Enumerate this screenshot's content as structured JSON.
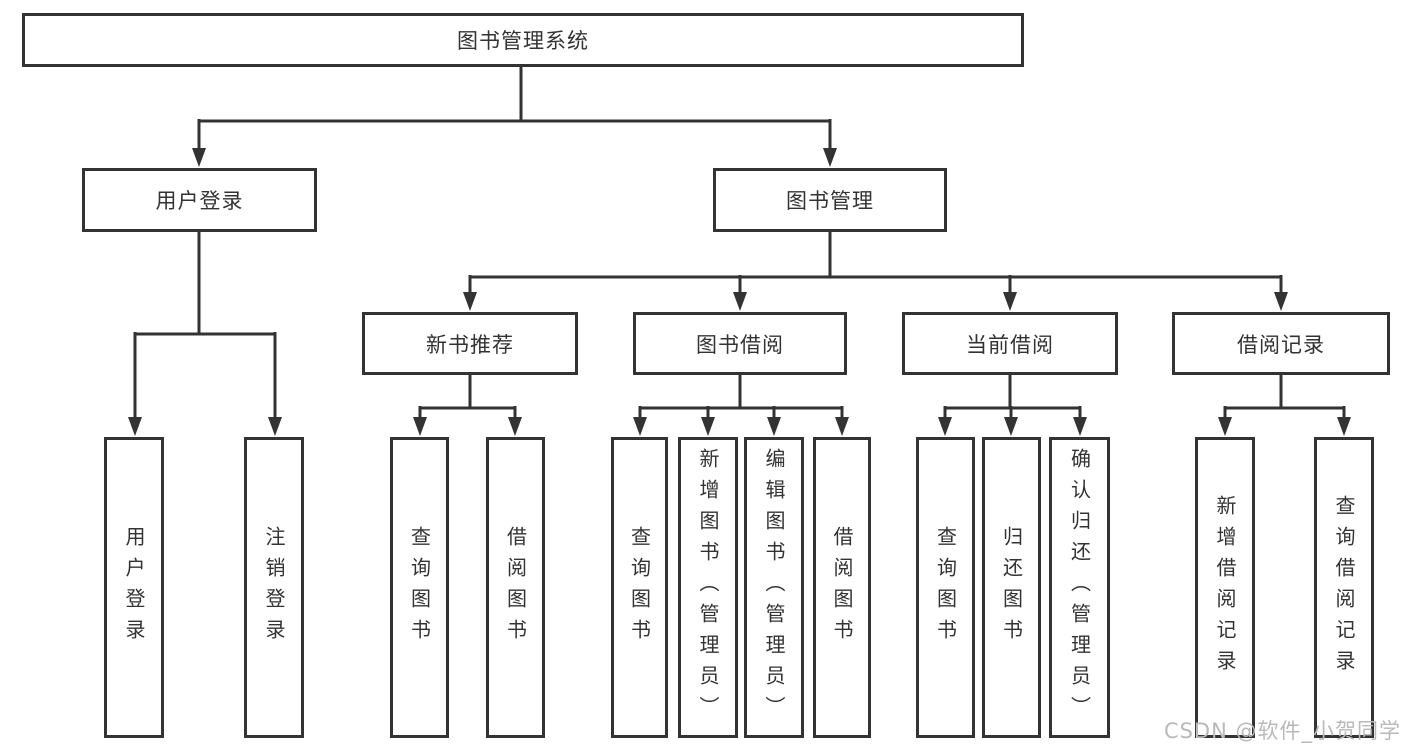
{
  "tree": {
    "root": {
      "label": "图书管理系统"
    },
    "children": [
      {
        "label": "用户登录",
        "children": [
          {
            "label": "用户登录"
          },
          {
            "label": "注销登录"
          }
        ]
      },
      {
        "label": "图书管理",
        "children": [
          {
            "label": "新书推荐",
            "children": [
              {
                "label": "查询图书"
              },
              {
                "label": "借阅图书"
              }
            ]
          },
          {
            "label": "图书借阅",
            "children": [
              {
                "label": "查询图书"
              },
              {
                "label": "新增图书（管理员）"
              },
              {
                "label": "编辑图书（管理员）"
              },
              {
                "label": "借阅图书"
              }
            ]
          },
          {
            "label": "当前借阅",
            "children": [
              {
                "label": "查询图书"
              },
              {
                "label": "归还图书"
              },
              {
                "label": "确认归还（管理员）"
              }
            ]
          },
          {
            "label": "借阅记录",
            "children": [
              {
                "label": "新增借阅记录"
              },
              {
                "label": "查询借阅记录"
              }
            ]
          }
        ]
      }
    ]
  },
  "watermark": {
    "text": "CSDN @软件_小贺同学"
  },
  "colors": {
    "line": "#333333",
    "text": "#333333",
    "box_fill": "#ffffff",
    "watermark_text": "#b9b9b9",
    "background": "#ffffff"
  }
}
